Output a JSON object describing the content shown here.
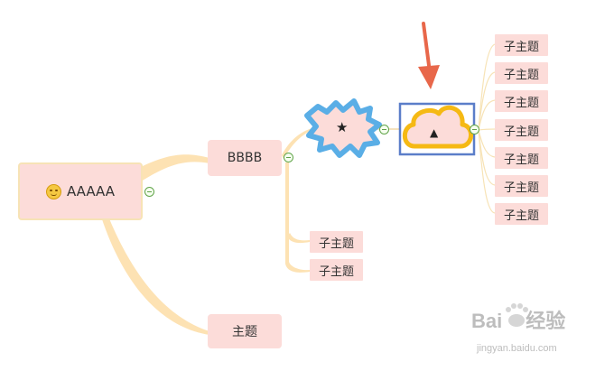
{
  "root": {
    "label": "AAAAA",
    "icon": "smiley-icon"
  },
  "branch": {
    "label": "BBBB"
  },
  "topic": {
    "label": "主题"
  },
  "bbbb_children": [
    "子主题",
    "子主题"
  ],
  "cloud_children": [
    "子主题",
    "子主题",
    "子主题",
    "子主题",
    "子主题",
    "子主题",
    "子主题"
  ],
  "star_node": {
    "symbol": "★"
  },
  "cloud_node": {
    "symbol": "▲"
  },
  "watermark": {
    "brand": "Bai",
    "brand_tail": "经验",
    "url": "jingyan.baidu.com"
  },
  "colors": {
    "node_fill": "#fcdcd9",
    "branch": "#fde2b3",
    "selection": "#5b7ec9",
    "arrow": "#e8674a",
    "star_splat": "#5aaee6",
    "cloud": "#f5b914"
  }
}
